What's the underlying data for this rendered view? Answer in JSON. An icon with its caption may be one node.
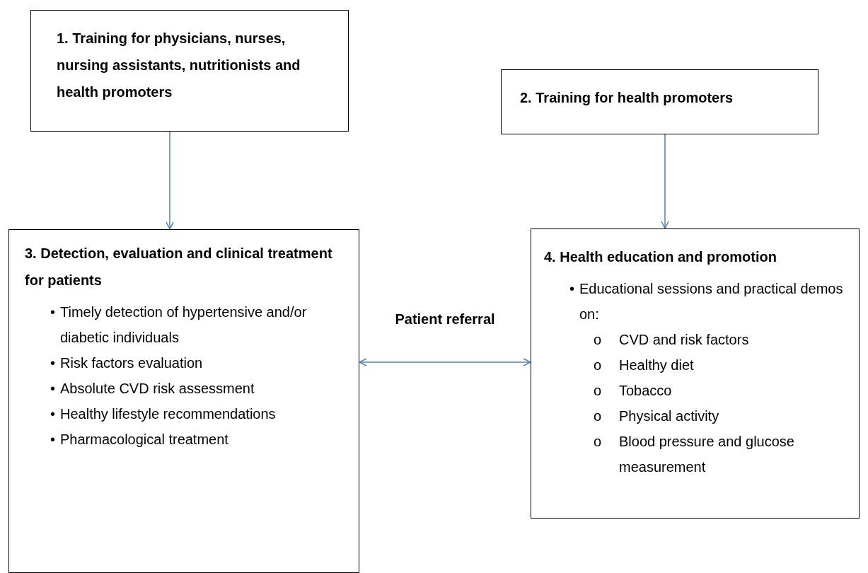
{
  "diagram": {
    "nodes": [
      {
        "text": [
          "1. Training for physicians, nurses, nursing assistants, nutritionists and health promoters"
        ]
      },
      {
        "text": [
          "2. Training for health promoters"
        ]
      },
      {
        "text": [
          "3. Detection, evaluation and clinical treatment for patients",
          "•",
          "Timely detection of hypertensive and/or diabetic individuals",
          "•",
          "Risk factors evaluation",
          "•",
          "Absolute CVD risk assessment",
          "•",
          "Healthy lifestyle recommendations",
          "•",
          "Pharmacological treatment"
        ]
      },
      {
        "text": [
          "4. Health education and promotion",
          "•",
          "Educational sessions and practical demos on:",
          "o",
          "CVD and risk factors",
          "o",
          "Healthy diet",
          "o",
          "Tobacco",
          "o",
          "Physical activity",
          "o",
          "Blood pressure and glucose measurement"
        ]
      }
    ],
    "edges": [
      {
        "from": 0,
        "to": 2,
        "arrow": "to",
        "color": "#4f81bd"
      },
      {
        "from": 1,
        "to": 3,
        "arrow": "to",
        "color": "#4f81bd"
      },
      {
        "from": 2,
        "to": 3,
        "arrow": "both",
        "label": "Patient referral",
        "color": "#4f81bd"
      }
    ]
  }
}
